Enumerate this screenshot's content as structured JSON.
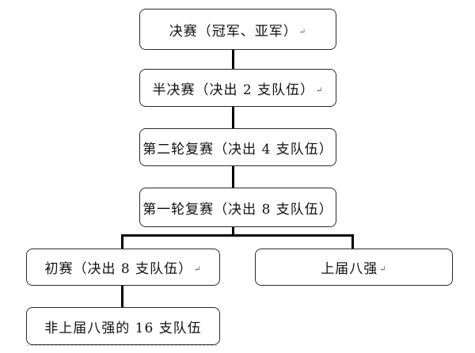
{
  "diagram": {
    "nodes": {
      "final": {
        "label": "决赛（冠军、亚军）"
      },
      "semifinal": {
        "label": "半决赛（决出 2 支队伍）"
      },
      "second_round": {
        "label": "第二轮复赛（决出 4 支队伍）"
      },
      "first_round": {
        "label": "第一轮复赛（决出 8 支队伍）"
      },
      "preliminary": {
        "label": "初赛（决出 8 支队伍）"
      },
      "last_top8": {
        "label": "上届八强"
      },
      "non_top8": {
        "label": "非上届八强的 16 支队伍"
      }
    },
    "paragraph_mark": "↵"
  }
}
